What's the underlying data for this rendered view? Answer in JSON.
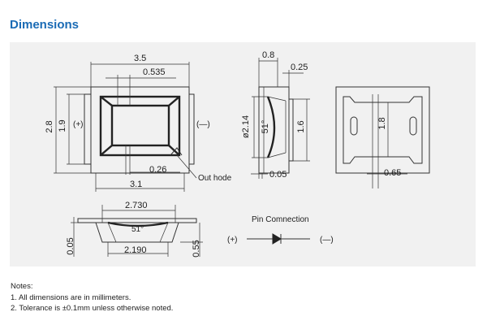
{
  "title": "Dimensions",
  "drawing": {
    "top_view": {
      "overall_width": "3.5",
      "inner_width": "0.535",
      "height": "2.8",
      "inner_height": "1.9",
      "plus_label": "(+)",
      "minus_label": "(—)",
      "gap": "0.26",
      "bottom_width": "3.1",
      "callout": "Out hode"
    },
    "side_view": {
      "top_width": "0.8",
      "right_dim": "0.25",
      "diameter": "ø2.14",
      "angle": "51°",
      "height": "1.6",
      "bottom_dim": "0.05"
    },
    "back_view": {
      "height": "1.8",
      "bottom_dim": "0.65"
    },
    "front_view": {
      "top_width": "2.730",
      "angle": "51°",
      "bottom_width": "2.190",
      "left_dim": "0.05",
      "right_dim": "0.55"
    },
    "pin_connection": {
      "title": "Pin Comnection",
      "plus": "(+)",
      "minus": "(—)"
    }
  },
  "notes": {
    "heading": "Notes:",
    "items": [
      "1. All dimensions are in millimeters.",
      "2. Tolerance is ±0.1mm unless otherwise noted."
    ]
  }
}
